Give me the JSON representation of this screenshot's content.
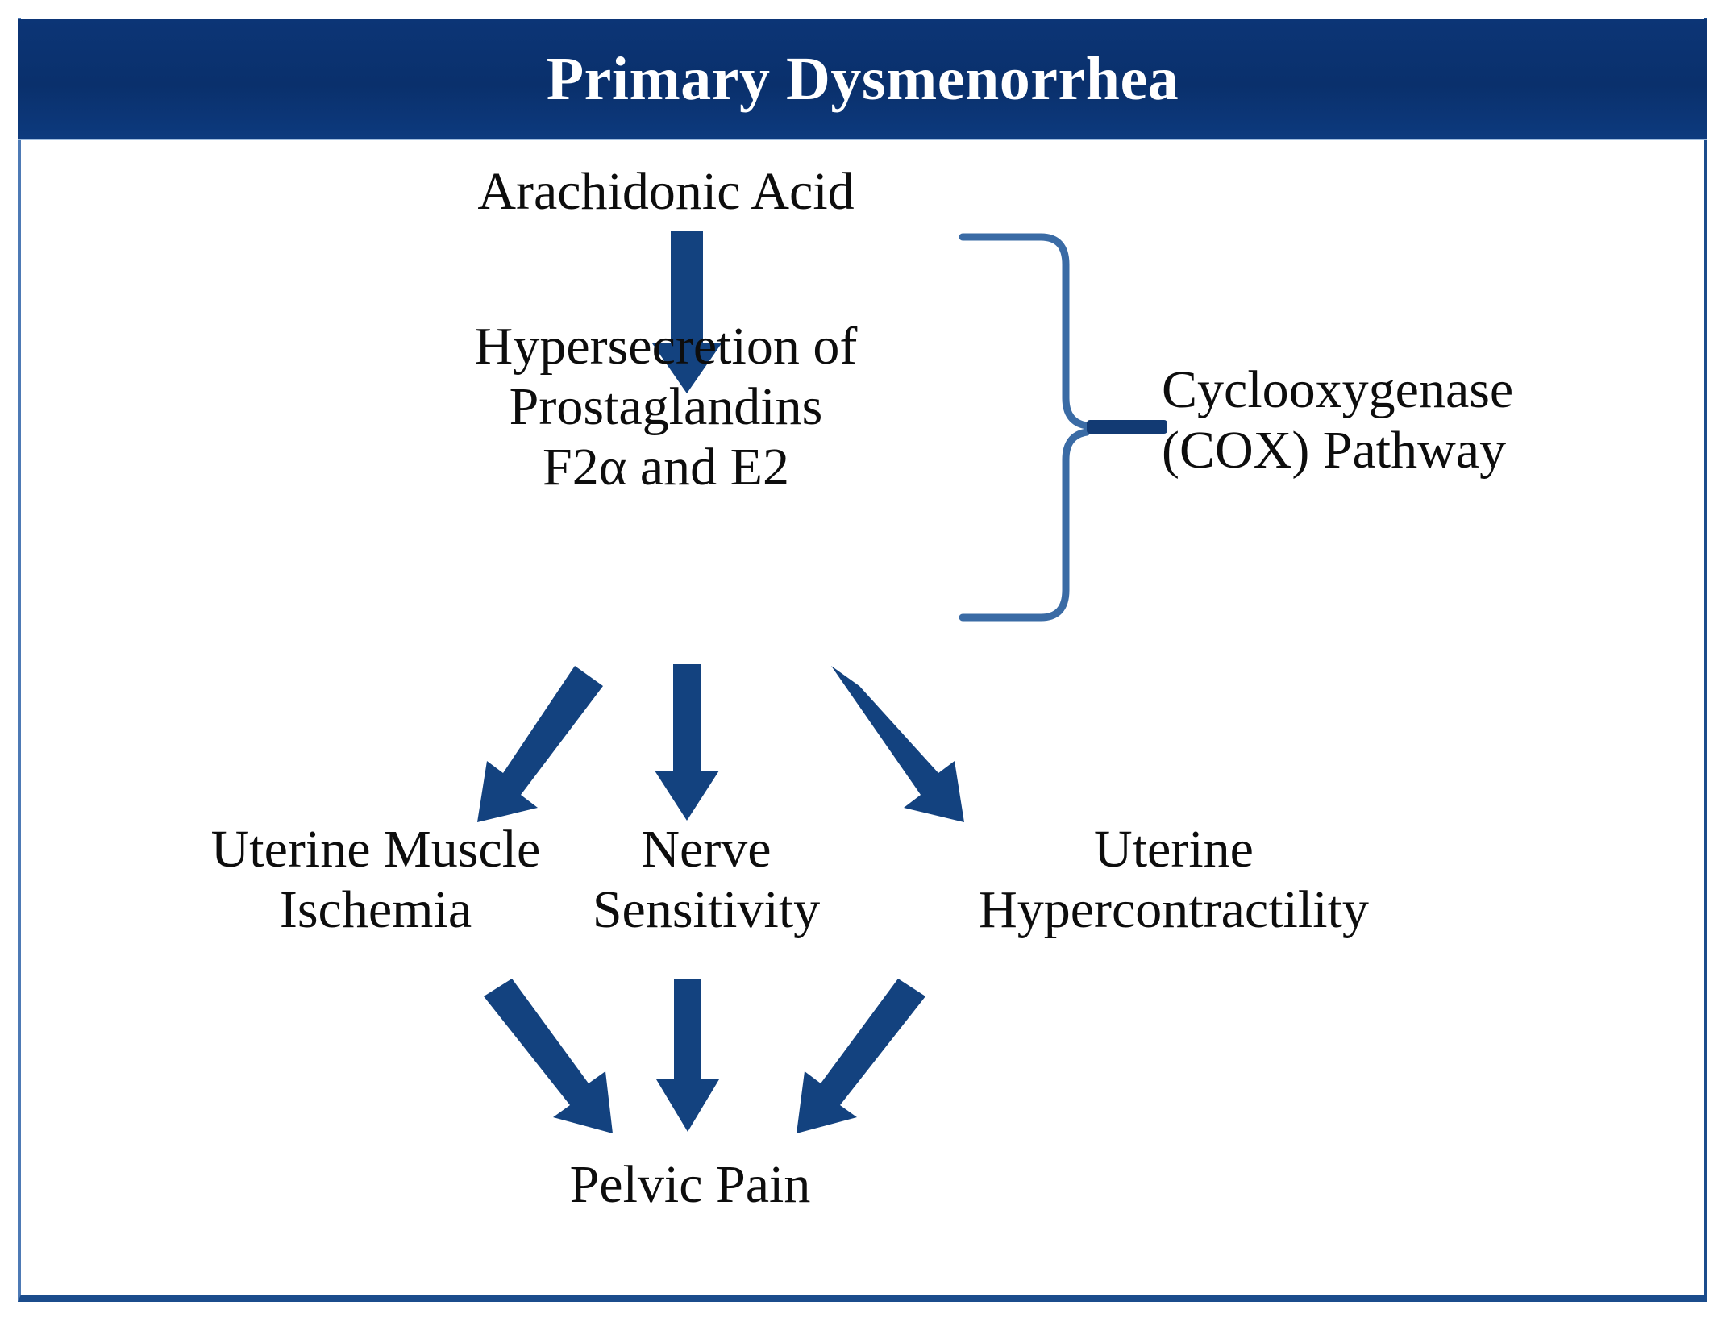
{
  "figure": {
    "title": "Primary Dysmenorrhea",
    "colors": {
      "header_bar": "#0B3473",
      "header_text": "#FFFFFF",
      "arrow_navy": "#13427F",
      "brace_blue": "#3A6BA5",
      "brace_stub_navy": "#123A73",
      "border_navy": "#1B4C8C",
      "body_background": "#FFFFFF",
      "node_text": "#0D0D0D"
    }
  },
  "nodes": {
    "arachidonic_acid": "Arachidonic Acid",
    "hypersecretion": "Hypersecretion of\nProstaglandins\nF2α and E2",
    "cox_pathway": "Cyclooxygenase\n(COX) Pathway",
    "uterine_muscle_ischemia": "Uterine Muscle\nIschemia",
    "nerve_sensitivity": "Nerve\nSensitivity",
    "uterine_hypercontractility": "Uterine\nHypercontractility",
    "pelvic_pain": "Pelvic Pain"
  },
  "chart_data": {
    "type": "diagram",
    "title": "Primary Dysmenorrhea",
    "diagram_kind": "flowchart",
    "orientation": "top-to-bottom",
    "nodes": [
      {
        "id": "arachidonic_acid",
        "label": "Arachidonic Acid",
        "level": 0
      },
      {
        "id": "hypersecretion",
        "label": "Hypersecretion of Prostaglandins F2α and E2",
        "level": 1
      },
      {
        "id": "cox_pathway",
        "label": "Cyclooxygenase (COX) Pathway",
        "level": "annotation"
      },
      {
        "id": "uterine_muscle_ischemia",
        "label": "Uterine Muscle Ischemia",
        "level": 2
      },
      {
        "id": "nerve_sensitivity",
        "label": "Nerve Sensitivity",
        "level": 2
      },
      {
        "id": "uterine_hypercontractility",
        "label": "Uterine Hypercontractility",
        "level": 2
      },
      {
        "id": "pelvic_pain",
        "label": "Pelvic Pain",
        "level": 3
      }
    ],
    "edges": [
      {
        "from": "arachidonic_acid",
        "to": "hypersecretion",
        "style": "thick-arrow-down"
      },
      {
        "from": "hypersecretion",
        "to": "uterine_muscle_ischemia",
        "style": "thick-arrow-down-left"
      },
      {
        "from": "hypersecretion",
        "to": "nerve_sensitivity",
        "style": "thick-arrow-down"
      },
      {
        "from": "hypersecretion",
        "to": "uterine_hypercontractility",
        "style": "thick-arrow-down-right"
      },
      {
        "from": "uterine_muscle_ischemia",
        "to": "pelvic_pain",
        "style": "thick-arrow-down-right"
      },
      {
        "from": "nerve_sensitivity",
        "to": "pelvic_pain",
        "style": "thick-arrow-down"
      },
      {
        "from": "uterine_hypercontractility",
        "to": "pelvic_pain",
        "style": "thick-arrow-down-left"
      }
    ],
    "annotations": [
      {
        "id": "cox_brace",
        "type": "curly-brace",
        "spans": [
          "arachidonic_acid",
          "hypersecretion"
        ],
        "label": "Cyclooxygenase (COX) Pathway",
        "side": "right"
      }
    ]
  }
}
